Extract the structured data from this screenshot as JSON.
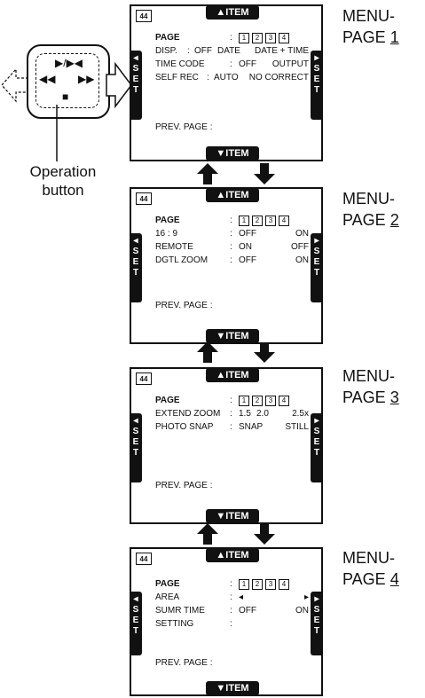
{
  "operation_label": {
    "line1": "Operation",
    "line2": "button"
  },
  "button_symbols": {
    "play": "▶/▶◀",
    "rew": "◀◀",
    "ff": "▶▶",
    "stop": "■"
  },
  "common": {
    "cam_icon": "44",
    "item_top": "▲ITEM",
    "item_bottom": "▼ITEM",
    "set_letters": "SET",
    "page_label": "PAGE",
    "prev_page": "PREV. PAGE  :",
    "page_numbers": [
      "1",
      "2",
      "3",
      "4"
    ]
  },
  "menus": [
    {
      "label_top": "MENU-",
      "label_bottom": "PAGE",
      "page_num": "1",
      "rows": [
        {
          "label": "DISP.",
          "colon": ":",
          "v1": "OFF",
          "v2": "DATE",
          "v3": "DATE + TIME"
        },
        {
          "label": "TIME CODE",
          "colon": ":",
          "v1": "OFF",
          "v2": "",
          "v3": "OUTPUT"
        },
        {
          "label": "SELF REC",
          "colon": ":",
          "v1": "AUTO",
          "v2": "",
          "v3": "NO CORRECT"
        }
      ]
    },
    {
      "label_top": "MENU-",
      "label_bottom": "PAGE",
      "page_num": "2",
      "rows": [
        {
          "label": "16 : 9",
          "colon": ":",
          "v1": "OFF",
          "v2": "",
          "v3": "ON"
        },
        {
          "label": "REMOTE",
          "colon": ":",
          "v1": "ON",
          "v2": "",
          "v3": "OFF"
        },
        {
          "label": "DGTL ZOOM",
          "colon": ":",
          "v1": "OFF",
          "v2": "",
          "v3": "ON"
        }
      ]
    },
    {
      "label_top": "MENU-",
      "label_bottom": "PAGE",
      "page_num": "3",
      "rows": [
        {
          "label": "EXTEND ZOOM",
          "colon": ":",
          "v1": "1.5",
          "v2": "2.0",
          "v3": "2.5x"
        },
        {
          "label": "PHOTO SNAP",
          "colon": ":",
          "v1": "SNAP",
          "v2": "",
          "v3": "STILL"
        }
      ]
    },
    {
      "label_top": "MENU-",
      "label_bottom": "PAGE",
      "page_num": "4",
      "rows": [
        {
          "label": "AREA",
          "colon": ":",
          "v1": "◂",
          "v2": "",
          "v3": "▸"
        },
        {
          "label": "SUMR TIME",
          "colon": ":",
          "v1": "OFF",
          "v2": "",
          "v3": "ON"
        },
        {
          "label": "SETTING",
          "colon": ":",
          "v1": "",
          "v2": "",
          "v3": ""
        }
      ]
    }
  ]
}
